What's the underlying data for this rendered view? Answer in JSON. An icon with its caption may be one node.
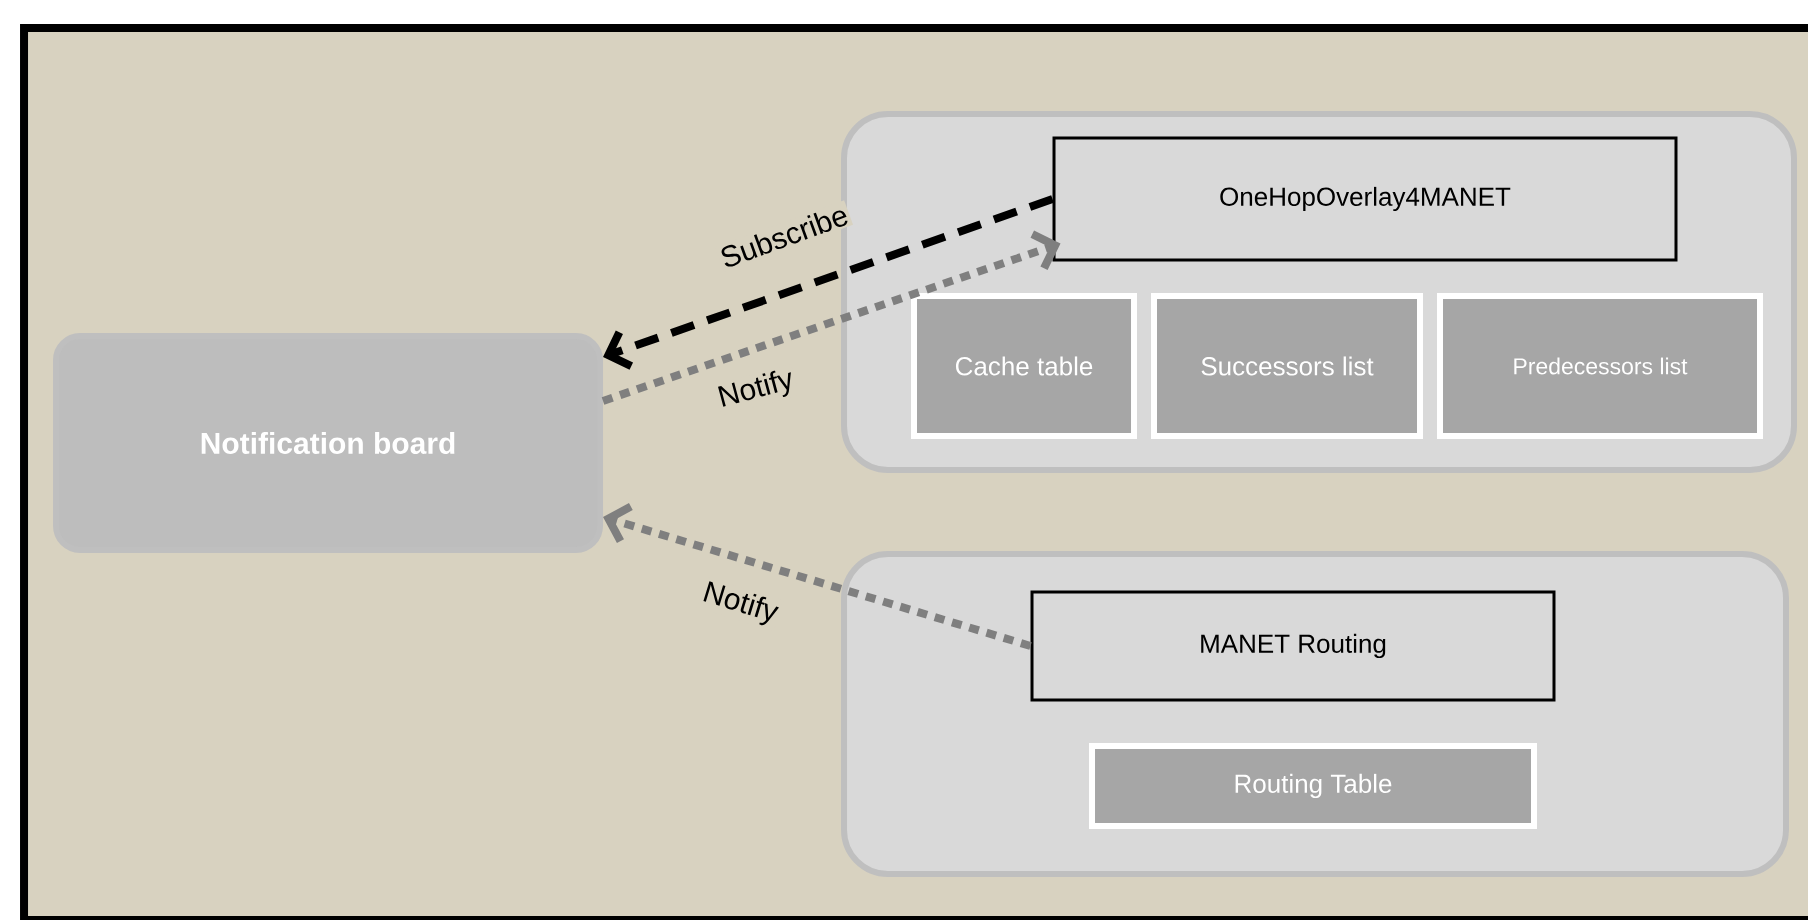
{
  "diagram": {
    "nodes": [
      {
        "text": [
          "Notification board"
        ]
      },
      {
        "text": [],
        "shape": "box"
      },
      {
        "text": [
          "OneHopOverlay4MANET"
        ],
        "in": 1
      },
      {
        "text": [
          "Cache table"
        ],
        "in": 1
      },
      {
        "text": [
          "Successors list"
        ],
        "in": 1
      },
      {
        "text": [
          "Predecessors list"
        ],
        "in": 1
      },
      {
        "text": [],
        "shape": "box"
      },
      {
        "text": [
          "MANET Routing"
        ],
        "in": 6
      },
      {
        "text": [
          "Routing Table"
        ],
        "in": 6
      }
    ],
    "edges": [
      {
        "from": 2,
        "to": 0,
        "arrow": "to",
        "label": "Subscribe",
        "style": "dashed",
        "color": "#000000"
      },
      {
        "from": 0,
        "to": 2,
        "arrow": "to",
        "label": "Notify"
      },
      {
        "from": 7,
        "to": 0,
        "arrow": "to",
        "label": "Notify"
      }
    ]
  }
}
